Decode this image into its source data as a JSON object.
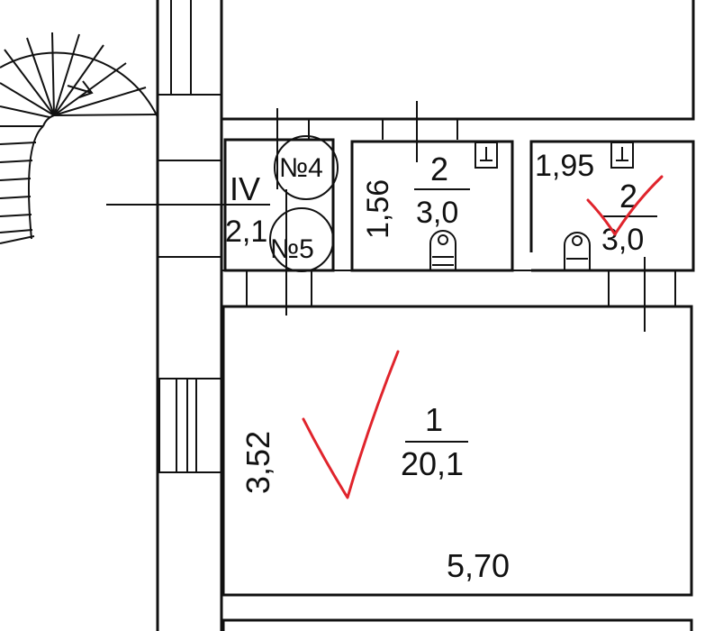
{
  "colors": {
    "ink": "#111111",
    "check_mark": "#e0242c",
    "background": "#ffffff"
  },
  "rooms": {
    "room_iv": {
      "number": "IV",
      "area": "2,1"
    },
    "wc_left": {
      "number": "2",
      "area": "3,0",
      "dimension": "1,56"
    },
    "wc_right": {
      "number": "2",
      "area": "3,0",
      "dimension": "1,95"
    },
    "main_room": {
      "number": "1",
      "area": "20,1",
      "height_dimension": "3,52",
      "width_dimension": "5,70"
    }
  },
  "risers": {
    "riser_4": "№4",
    "riser_5": "№5"
  },
  "icons": {
    "fixture": "toilet-icon",
    "sink": "sink-icon",
    "stair": "spiral-staircase-icon",
    "check": "check-mark-icon"
  }
}
